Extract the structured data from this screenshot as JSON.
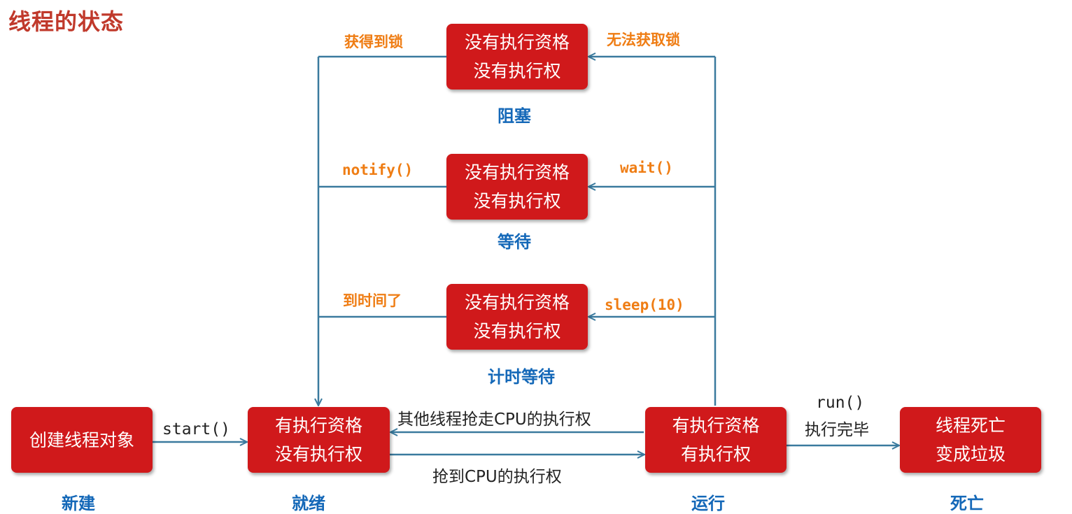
{
  "title": "线程的状态",
  "boxes": {
    "new": {
      "line1": "创建线程对象",
      "line2": ""
    },
    "ready": {
      "line1": "有执行资格",
      "line2": "没有执行权"
    },
    "running": {
      "line1": "有执行资格",
      "line2": "有执行权"
    },
    "dead": {
      "line1": "线程死亡",
      "line2": "变成垃圾"
    },
    "blocked": {
      "line1": "没有执行资格",
      "line2": "没有执行权"
    },
    "waiting": {
      "line1": "没有执行资格",
      "line2": "没有执行权"
    },
    "timed_waiting": {
      "line1": "没有执行资格",
      "line2": "没有执行权"
    }
  },
  "states": {
    "new": "新建",
    "ready": "就绪",
    "running": "运行",
    "dead": "死亡",
    "blocked": "阻塞",
    "waiting": "等待",
    "timed_waiting": "计时等待"
  },
  "transitions": {
    "got_lock": "获得到锁",
    "cannot_get_lock": "无法获取锁",
    "notify": "notify()",
    "wait": "wait()",
    "time_up": "到时间了",
    "sleep": "sleep(10)",
    "start": "start()",
    "preempted": "其他线程抢走CPU的执行权",
    "got_cpu": "抢到CPU的执行权",
    "run_line1": "run()",
    "run_line2": "执行完毕"
  },
  "colors": {
    "box_fill": "#d0191b",
    "state_label": "#1468b8",
    "transition_label": "#ef7d14",
    "title": "#c0392b",
    "arrow": "#3a7a9e"
  }
}
